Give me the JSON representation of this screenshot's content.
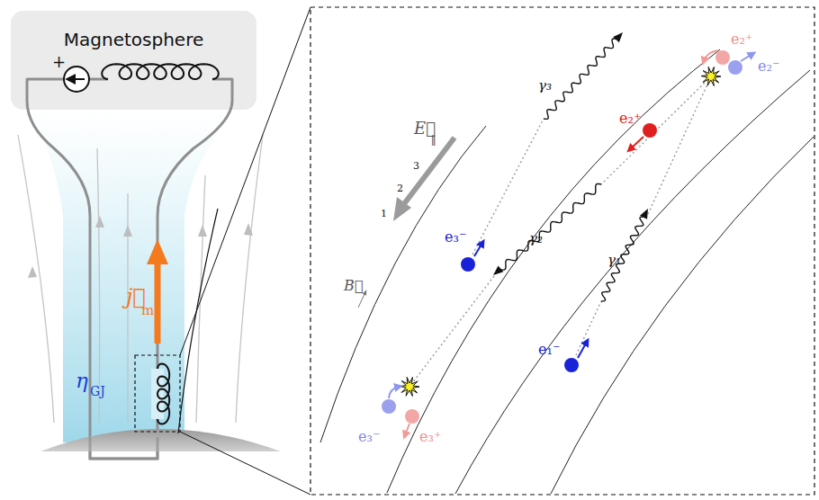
{
  "diagram": {
    "nodes": [
      {
        "text": [
          "Magnetosphere"
        ]
      }
    ],
    "labels": [
      "+",
      "j⃗",
      "m",
      "η",
      "GJ",
      "E⃗",
      "∥",
      "1",
      "2",
      "3",
      "B⃗",
      "γ₃",
      "γ₂",
      "γ₁",
      "e₂⁺",
      "e₂⁺",
      "e₂⁻",
      "e₃⁻",
      "e₃⁻",
      "e₃⁺",
      "e₁⁻"
    ]
  }
}
